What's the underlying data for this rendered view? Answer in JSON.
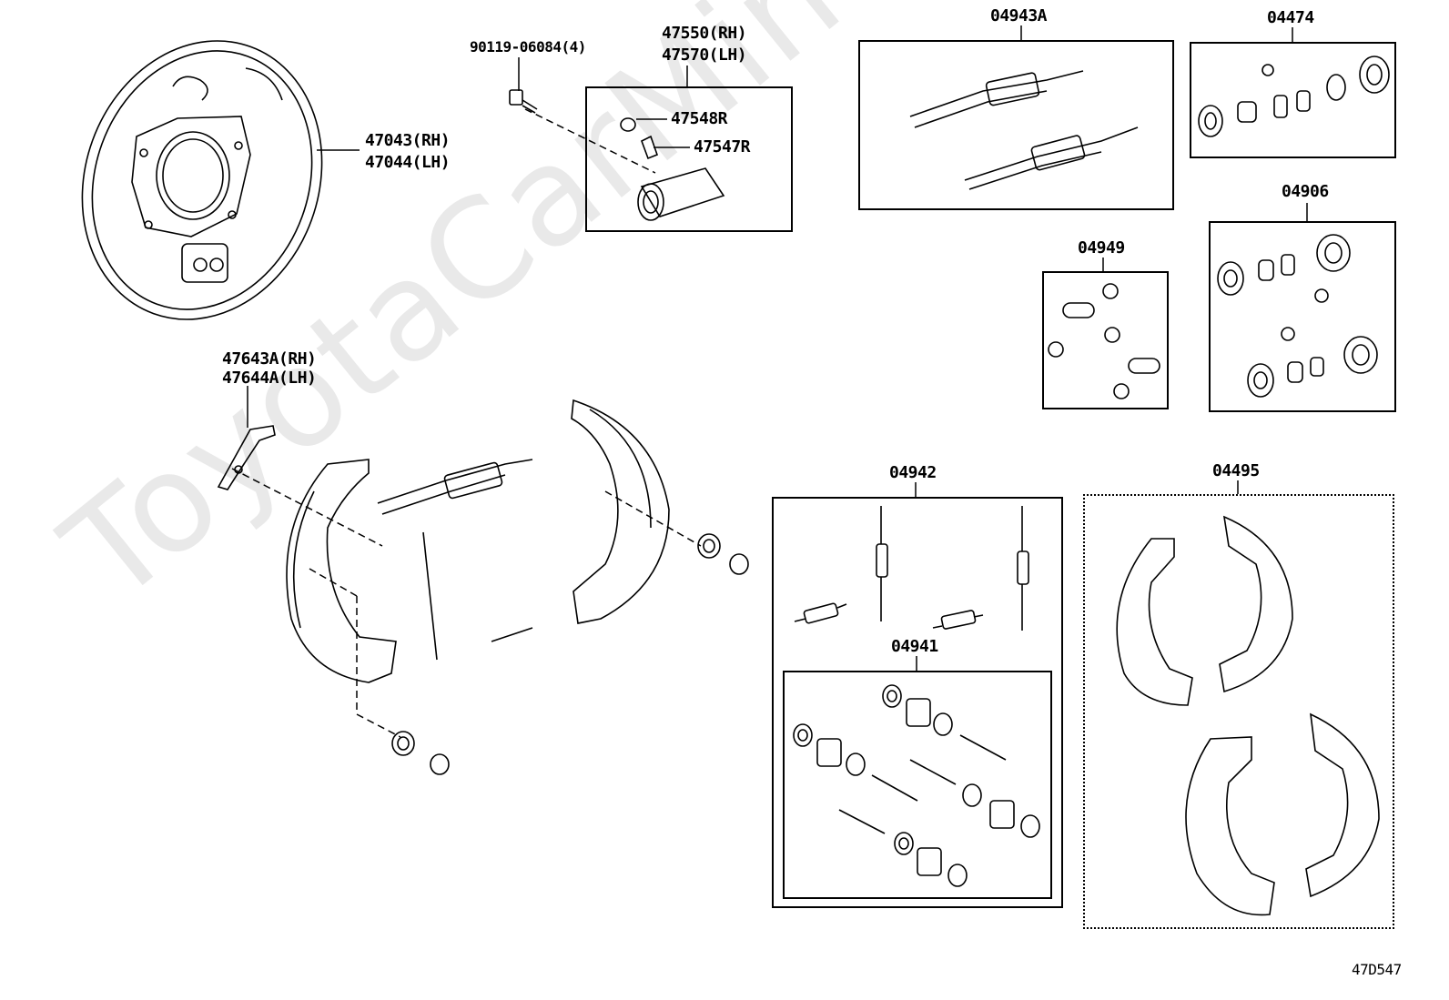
{
  "watermark": "ToyotaCarMine.ru",
  "diagram_code": "47D547",
  "parts": {
    "backing_plate": {
      "rh": "47043(RH)",
      "lh": "47044(LH)"
    },
    "bolt": "90119-06084(4)",
    "wheel_cylinder": {
      "rh": "47550(RH)",
      "lh": "47570(LH)"
    },
    "bleeder_cap": "47548R",
    "bleeder_plug": "47547R",
    "lever": {
      "rh": "47643A(RH)",
      "lh": "47644A(LH)"
    },
    "adjuster_kit": "04943A",
    "cylinder_kit_1": "04474",
    "cylinder_kit_2": "04906",
    "cup_kit": "04949",
    "spring_kit": "04942",
    "hold_down_kit": "04941",
    "shoe_set": "04495"
  }
}
